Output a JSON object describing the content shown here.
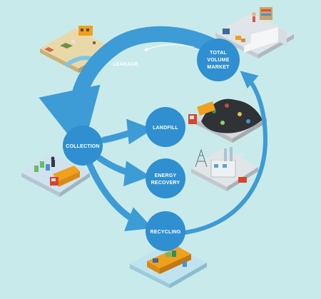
{
  "nodes": {
    "total_volume_market": [
      "TOTAL",
      "VOLUME",
      "MARKET"
    ],
    "leakage": "LEAKAGE",
    "collection": "COLLECTION",
    "landfill": "LANDFILL",
    "energy_recovery": [
      "ENERGY",
      "RECOVERY"
    ],
    "recycling": "RECYCLING"
  },
  "colors": {
    "background": "#c9eaea",
    "flow": "#3d9bd6",
    "node": "#2f8fd0",
    "label": "#ffffff"
  },
  "icons": [
    "litter-beach-scene-icon",
    "retail-store-truck-scene-icon",
    "landfill-dump-truck-scene-icon",
    "power-plant-scene-icon",
    "collection-bins-truck-scene-icon",
    "recycling-conveyor-scene-icon"
  ]
}
